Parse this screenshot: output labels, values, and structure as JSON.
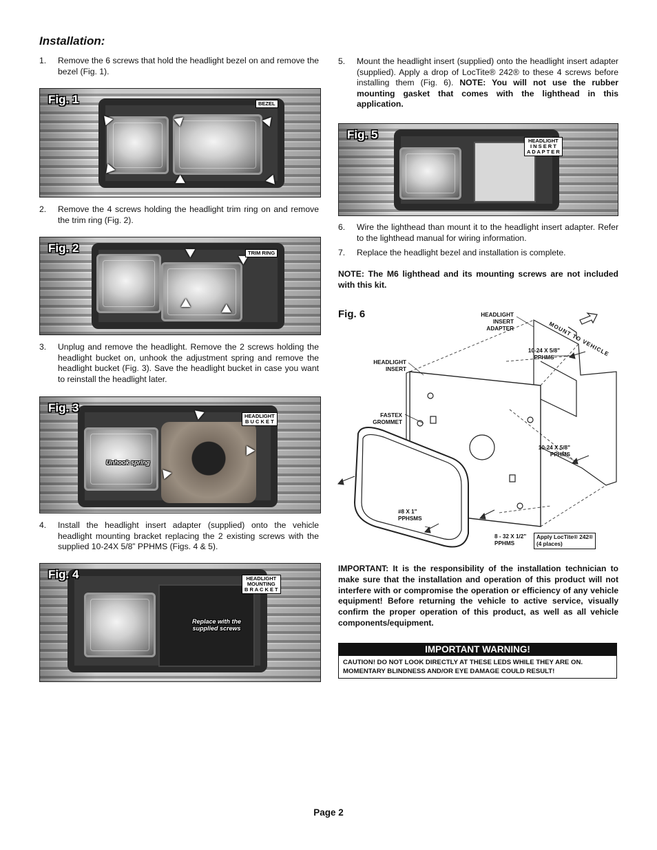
{
  "heading": "Installation:",
  "steps": [
    {
      "num": "1.",
      "text": "Remove the 6 screws that hold the headlight bezel on and remove the bezel (Fig. 1)."
    },
    {
      "num": "2.",
      "text": "Remove the 4 screws holding the headlight trim ring on and remove the trim ring (Fig. 2)."
    },
    {
      "num": "3.",
      "text": "Unplug and remove the headlight. Remove the 2 screws holding the headlight bucket on, unhook the adjustment spring and remove the headlight bucket (Fig. 3). Save the headlight bucket in case you want to reinstall the headlight later."
    },
    {
      "num": "4.",
      "text": "Install the headlight insert adapter (supplied) onto the vehicle headlight mounting bracket replacing the 2 existing screws with the supplied 10-24X 5/8” PPHMS (Figs. 4 & 5)."
    },
    {
      "num": "5.",
      "text": "Mount the headlight insert (supplied) onto the headlight insert adapter (supplied). Apply a drop of LocTite® 242® to these 4 screws before installing them (Fig. 6).",
      "bold": "NOTE: You will not use the rubber mounting gasket that comes with the lighthead in this application."
    },
    {
      "num": "6.",
      "text": "Wire the lighthead than mount it to the headlight insert adapter. Refer to the lighthead manual for wiring information."
    },
    {
      "num": "7.",
      "text": "Replace the headlight bezel and installation is complete."
    }
  ],
  "note": "NOTE: The M6 lighthead and its mounting screws are not included with this kit.",
  "figures": {
    "fig1": {
      "label": "Fig. 1",
      "tag": "BEZEL"
    },
    "fig2": {
      "label": "Fig. 2",
      "tag": "TRIM RING"
    },
    "fig3": {
      "label": "Fig. 3",
      "tag": [
        "HEADLIGHT",
        "B U C K E T"
      ],
      "callout": "Unhook spring"
    },
    "fig4": {
      "label": "Fig. 4",
      "tag": [
        "HEADLIGHT",
        "MOUNTING",
        "B R A C K E T"
      ],
      "callout": [
        "Replace with the",
        "supplied screws"
      ]
    },
    "fig5": {
      "label": "Fig. 5",
      "tag": [
        "HEADLIGHT",
        "I N S E R T",
        "A D A P T E R"
      ]
    }
  },
  "fig6": {
    "label": "Fig. 6",
    "labels": {
      "adapter": [
        "HEADLIGHT",
        "INSERT",
        "ADAPTER"
      ],
      "mount": "MOUNT TO VEHICLE",
      "screw_top": [
        "10-24 X 5/8\"",
        "PPHMS"
      ],
      "insert": [
        "HEADLIGHT",
        "INSERT"
      ],
      "grommet": [
        "FASTEX",
        "GROMMET"
      ],
      "screw_mid": [
        "10-24 X 5/8\"",
        "PPHMS"
      ],
      "screw_8": [
        "#8   X   1\"",
        "PPHSMS"
      ],
      "screw_bottom": [
        "8 - 32 X 1/2\"",
        "PPHMS"
      ],
      "loctite": [
        "Apply LocTite® 242®",
        "(4 places)"
      ]
    }
  },
  "important": "IMPORTANT: It is the responsibility of the installation technician to make sure that the installation and operation of this product will not interfere with or compromise the operation or efficiency of any vehicle equipment! Before returning the vehicle to active service, visually confirm the proper operation of this product, as well as all vehicle components/equipment.",
  "warning": {
    "title": "IMPORTANT WARNING!",
    "lines": [
      "CAUTION! DO NOT LOOK DIRECTLY AT THESE LEDS WHILE THEY ARE ON.",
      "MOMENTARY BLINDNESS AND/OR EYE DAMAGE COULD RESULT!"
    ]
  },
  "page": "Page 2"
}
